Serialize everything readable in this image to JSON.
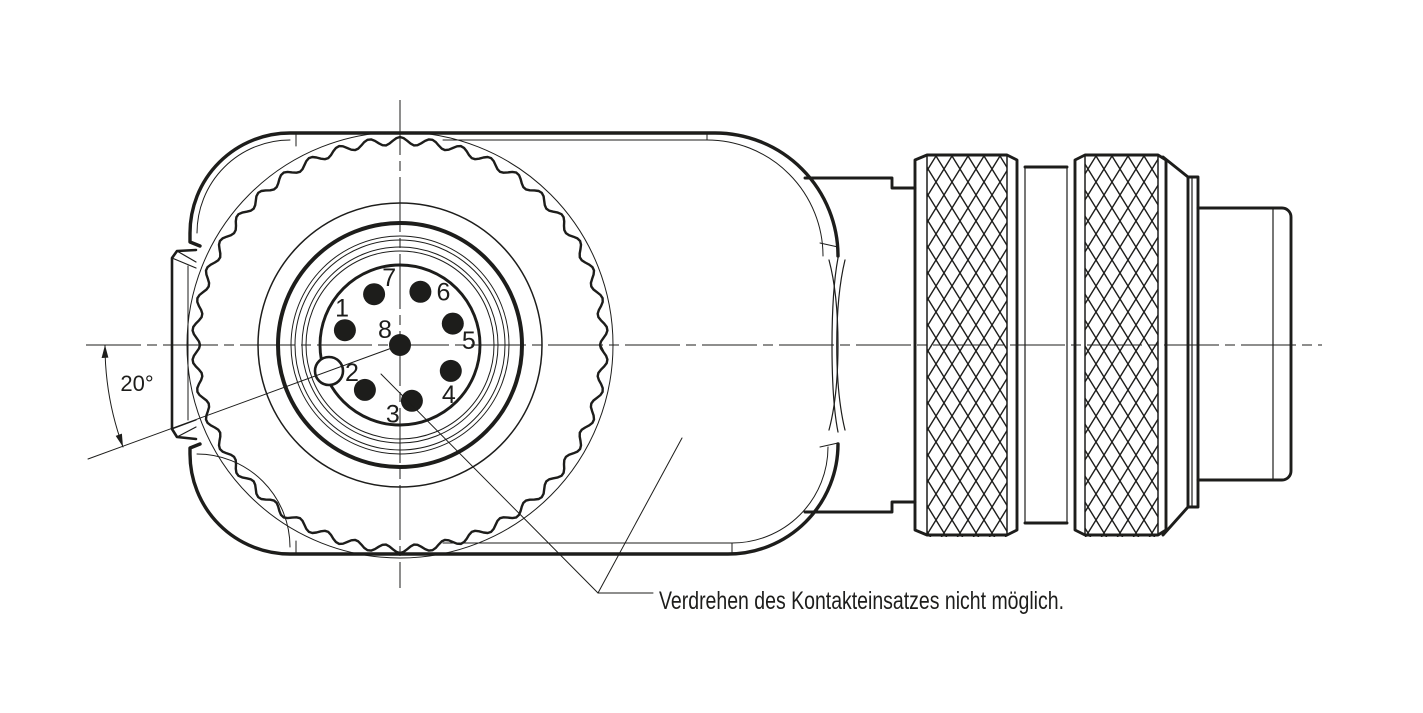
{
  "figure": {
    "note": "Verdrehen des Kontakteinsatzes nicht möglich.",
    "angle_label": "20°",
    "pins": [
      {
        "n": "1",
        "angle_deg": 165
      },
      {
        "n": "2",
        "angle_deg": 232
      },
      {
        "n": "3",
        "angle_deg": 282
      },
      {
        "n": "4",
        "angle_deg": 333
      },
      {
        "n": "5",
        "angle_deg": 22
      },
      {
        "n": "6",
        "angle_deg": 69
      },
      {
        "n": "7",
        "angle_deg": 117
      },
      {
        "n": "8",
        "angle_deg": null
      }
    ],
    "line_color": "#1d1d1b",
    "background": "#ffffff"
  }
}
